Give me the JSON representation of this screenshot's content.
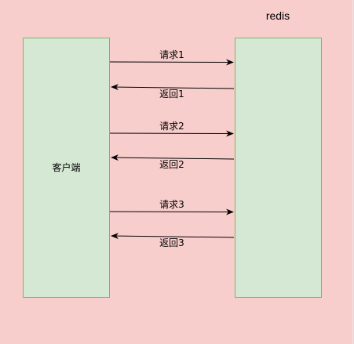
{
  "colors": {
    "background": "#f8cecc",
    "box_fill": "#d5e8d4",
    "box_stroke": "#82b366",
    "arrow": "#000000",
    "text": "#000000"
  },
  "server": {
    "label": "redis"
  },
  "client": {
    "label": "客户端"
  },
  "messages": [
    {
      "label": "请求1",
      "direction": "client-to-server"
    },
    {
      "label": "返回1",
      "direction": "server-to-client"
    },
    {
      "label": "请求2",
      "direction": "client-to-server"
    },
    {
      "label": "返回2",
      "direction": "server-to-client"
    },
    {
      "label": "请求3",
      "direction": "client-to-server"
    },
    {
      "label": "返回3",
      "direction": "server-to-client"
    }
  ]
}
